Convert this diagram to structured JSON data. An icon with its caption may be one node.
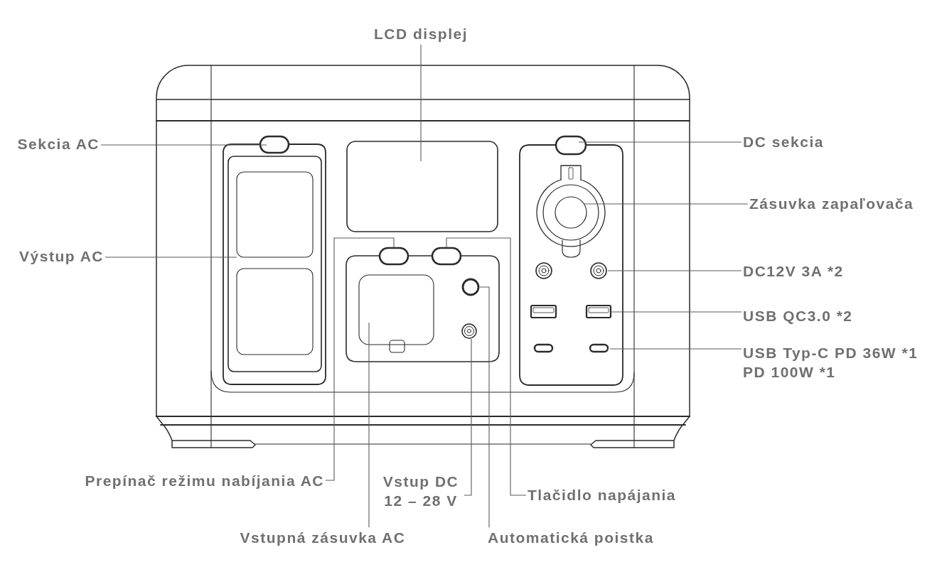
{
  "diagram": {
    "nodes": [
      {
        "text": [
          "LCD displej"
        ]
      },
      {
        "text": [
          "Sekcia AC"
        ]
      },
      {
        "text": [
          "DC sekcia"
        ]
      },
      {
        "text": [
          "Zásuvka zapaľovača"
        ]
      },
      {
        "text": [
          "Výstup AC"
        ]
      },
      {
        "text": [
          "DC12V 3A *2"
        ]
      },
      {
        "text": [
          "USB QC3.0 *2"
        ]
      },
      {
        "text": [
          "USB Typ-C PD 36W *1 PD 100W *1"
        ]
      },
      {
        "text": [
          "Prepínač režimu nabíjania AC"
        ]
      },
      {
        "text": [
          "Vstup DC 12 – 28 V"
        ]
      },
      {
        "text": [
          "Tlačidlo napájania"
        ]
      },
      {
        "text": [
          "Vstupná zásuvka AC"
        ]
      },
      {
        "text": [
          "Automatická poistka"
        ]
      }
    ],
    "edges": [
      {
        "from": 0,
        "to": null,
        "arrow": "none"
      },
      {
        "from": 1,
        "to": null,
        "arrow": "none"
      },
      {
        "from": 2,
        "to": null,
        "arrow": "none"
      },
      {
        "from": 3,
        "to": null,
        "arrow": "none"
      },
      {
        "from": 4,
        "to": null,
        "arrow": "none"
      },
      {
        "from": 5,
        "to": null,
        "arrow": "none"
      },
      {
        "from": 6,
        "to": null,
        "arrow": "none"
      },
      {
        "from": 7,
        "to": null,
        "arrow": "none"
      },
      {
        "from": 8,
        "to": null,
        "arrow": "none"
      },
      {
        "from": 9,
        "to": null,
        "arrow": "none"
      },
      {
        "from": 10,
        "to": null,
        "arrow": "none"
      },
      {
        "from": 11,
        "to": null,
        "arrow": "none"
      },
      {
        "from": 12,
        "to": null,
        "arrow": "none"
      }
    ]
  }
}
